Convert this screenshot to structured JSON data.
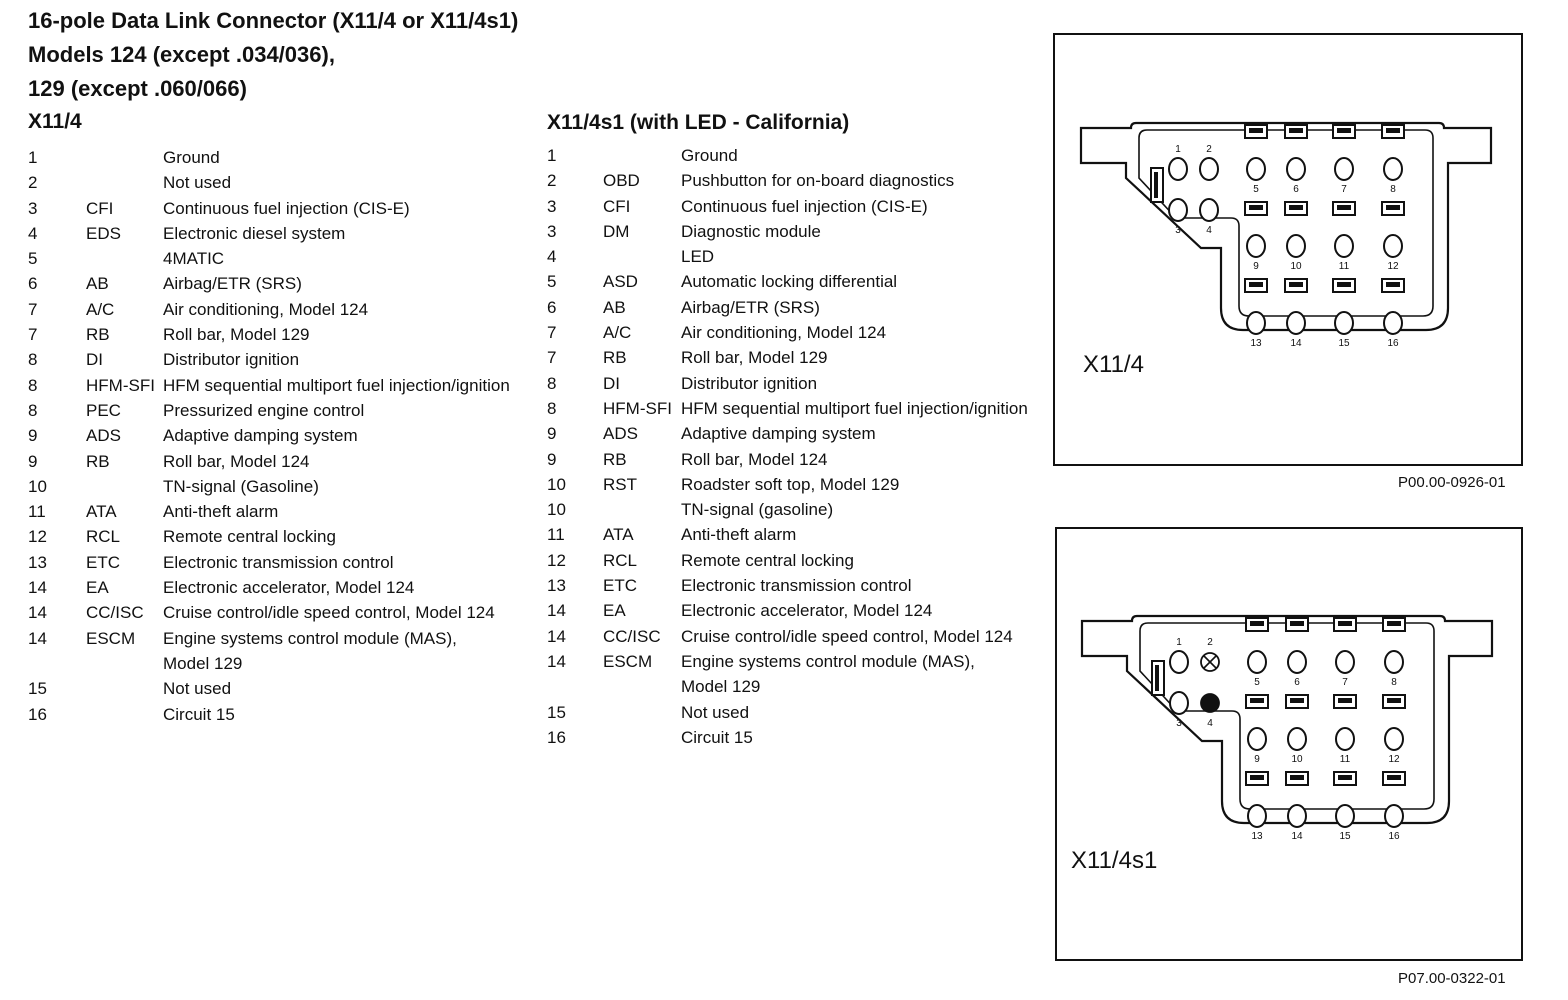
{
  "header": {
    "line1": "16-pole Data Link Connector (X11/4 or X11/4s1)",
    "line2": "Models 124 (except .034/036),",
    "line3": "129 (except .060/066)"
  },
  "x11_4": {
    "title": "X11/4",
    "rows": [
      {
        "pin": "1",
        "code": "",
        "desc": "Ground"
      },
      {
        "pin": "2",
        "code": "",
        "desc": "Not used"
      },
      {
        "pin": "3",
        "code": "CFI",
        "desc": "Continuous fuel injection (CIS-E)"
      },
      {
        "pin": "4",
        "code": "EDS",
        "desc": "Electronic diesel system"
      },
      {
        "pin": "5",
        "code": "",
        "desc": "4MATIC"
      },
      {
        "pin": "6",
        "code": "AB",
        "desc": "Airbag/ETR (SRS)"
      },
      {
        "pin": "7",
        "code": "A/C",
        "desc": "Air conditioning, Model 124"
      },
      {
        "pin": "7",
        "code": "RB",
        "desc": "Roll bar, Model 129"
      },
      {
        "pin": "8",
        "code": "DI",
        "desc": "Distributor ignition"
      },
      {
        "pin": "8",
        "code": "HFM-SFI",
        "desc": "HFM sequential multiport fuel injection/ignition"
      },
      {
        "pin": "8",
        "code": "PEC",
        "desc": "Pressurized engine control"
      },
      {
        "pin": "9",
        "code": "ADS",
        "desc": "Adaptive damping system"
      },
      {
        "pin": "9",
        "code": "RB",
        "desc": "Roll bar, Model 124"
      },
      {
        "pin": "10",
        "code": "",
        "desc": "TN-signal (Gasoline)"
      },
      {
        "pin": "11",
        "code": "ATA",
        "desc": "Anti-theft alarm"
      },
      {
        "pin": "12",
        "code": "RCL",
        "desc": "Remote central locking"
      },
      {
        "pin": "13",
        "code": "ETC",
        "desc": "Electronic transmission control"
      },
      {
        "pin": "14",
        "code": "EA",
        "desc": "Electronic accelerator, Model 124"
      },
      {
        "pin": "14",
        "code": "CC/ISC",
        "desc": "Cruise control/idle speed control, Model 124"
      },
      {
        "pin": "14",
        "code": "ESCM",
        "desc": "Engine systems control module (MAS),"
      },
      {
        "pin": "",
        "code": "",
        "desc": "Model 129"
      },
      {
        "pin": "15",
        "code": "",
        "desc": "Not used"
      },
      {
        "pin": "16",
        "code": "",
        "desc": "Circuit 15"
      }
    ]
  },
  "x11_4s1": {
    "title": "X11/4s1 (with LED - California)",
    "rows": [
      {
        "pin": "1",
        "code": "",
        "desc": "Ground"
      },
      {
        "pin": "2",
        "code": "OBD",
        "desc": "Pushbutton for on-board diagnostics"
      },
      {
        "pin": "3",
        "code": "CFI",
        "desc": "Continuous fuel injection (CIS-E)"
      },
      {
        "pin": "3",
        "code": "DM",
        "desc": "Diagnostic module"
      },
      {
        "pin": "4",
        "code": "",
        "desc": "LED"
      },
      {
        "pin": "5",
        "code": "ASD",
        "desc": "Automatic locking differential"
      },
      {
        "pin": "6",
        "code": "AB",
        "desc": "Airbag/ETR (SRS)"
      },
      {
        "pin": "7",
        "code": "A/C",
        "desc": "Air conditioning, Model 124"
      },
      {
        "pin": "7",
        "code": "RB",
        "desc": "Roll bar, Model 129"
      },
      {
        "pin": "8",
        "code": "DI",
        "desc": "Distributor ignition"
      },
      {
        "pin": "8",
        "code": "HFM-SFI",
        "desc": "HFM sequential multiport fuel injection/ignition"
      },
      {
        "pin": "9",
        "code": "ADS",
        "desc": "Adaptive damping system"
      },
      {
        "pin": "9",
        "code": "RB",
        "desc": "Roll bar, Model 124"
      },
      {
        "pin": "10",
        "code": "RST",
        "desc": "Roadster soft top, Model 129"
      },
      {
        "pin": "10",
        "code": "",
        "desc": "TN-signal (gasoline)"
      },
      {
        "pin": "11",
        "code": "ATA",
        "desc": "Anti-theft alarm"
      },
      {
        "pin": "12",
        "code": "RCL",
        "desc": "Remote central locking"
      },
      {
        "pin": "13",
        "code": "ETC",
        "desc": "Electronic transmission control"
      },
      {
        "pin": "14",
        "code": "EA",
        "desc": "Electronic accelerator, Model 124"
      },
      {
        "pin": "14",
        "code": "CC/ISC",
        "desc": "Cruise control/idle speed control, Model 124"
      },
      {
        "pin": "14",
        "code": "ESCM",
        "desc": "Engine systems control module (MAS),"
      },
      {
        "pin": "",
        "code": "",
        "desc": "Model 129"
      },
      {
        "pin": "15",
        "code": "",
        "desc": "Not used"
      },
      {
        "pin": "16",
        "code": "",
        "desc": "Circuit 15"
      }
    ]
  },
  "diagrams": [
    {
      "label": "X11/4",
      "ref": "P00.00-0926-01",
      "pin_labels": [
        "1",
        "2",
        "3",
        "4",
        "5",
        "6",
        "7",
        "8",
        "9",
        "10",
        "11",
        "12",
        "13",
        "14",
        "15",
        "16"
      ]
    },
    {
      "label": "X11/4s1",
      "ref": "P07.00-0322-01",
      "pin_labels": [
        "1",
        "2",
        "3",
        "4",
        "5",
        "6",
        "7",
        "8",
        "9",
        "10",
        "11",
        "12",
        "13",
        "14",
        "15",
        "16"
      ],
      "pin2_symbol": "pushbutton",
      "pin4_symbol": "LED"
    }
  ]
}
